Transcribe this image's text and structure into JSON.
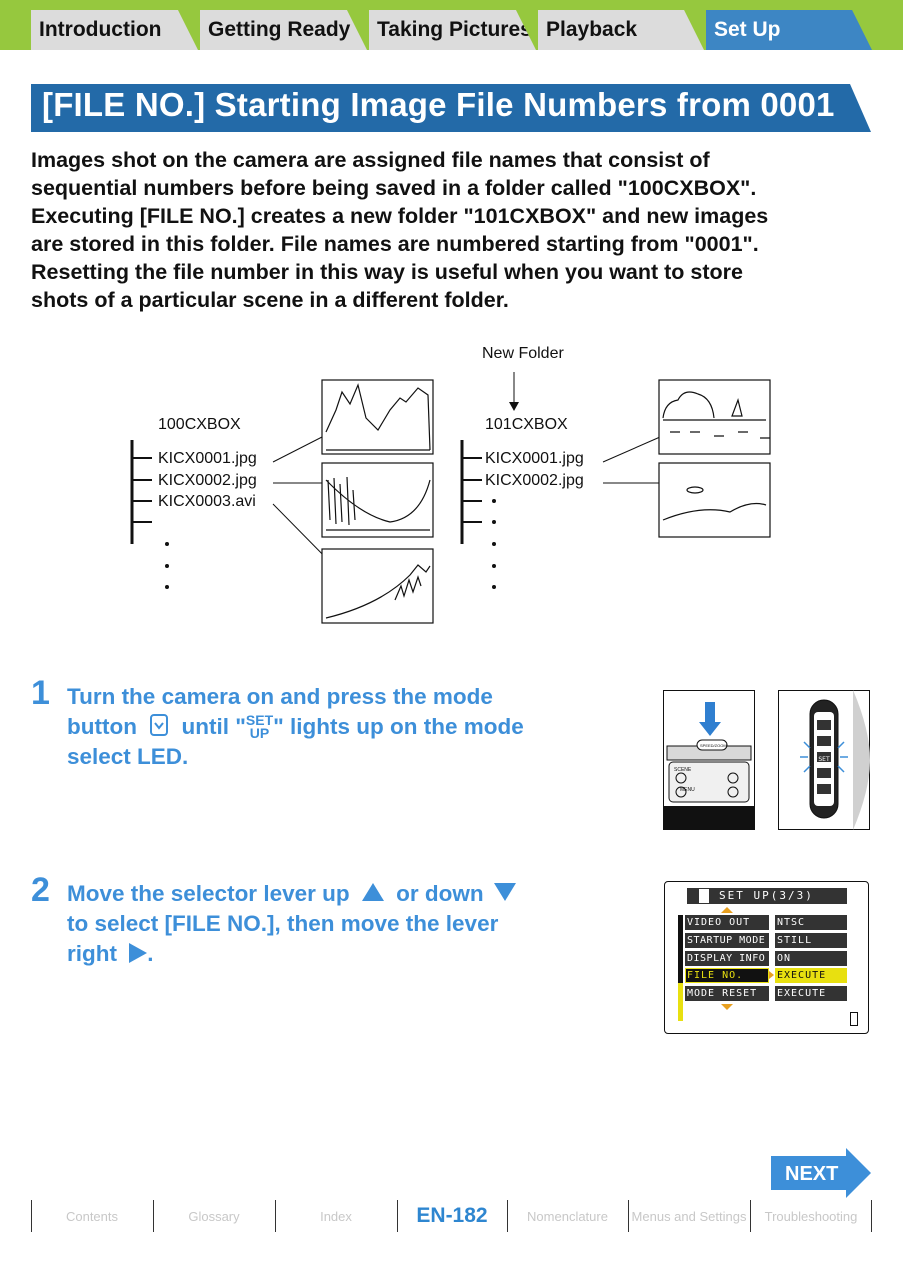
{
  "tabs": [
    {
      "label": "Introduction",
      "active": false
    },
    {
      "label": "Getting Ready",
      "active": false
    },
    {
      "label": "Taking Pictures",
      "active": false
    },
    {
      "label": "Playback",
      "active": false
    },
    {
      "label": "Set Up",
      "active": true
    }
  ],
  "title": "[FILE NO.] Starting Image File Numbers from 0001",
  "intro_lines": [
    "Images shot on the camera are assigned file names that consist of",
    "sequential numbers before being saved in a folder called \"100CXBOX\".",
    "Executing [FILE NO.] creates a new folder \"101CXBOX\" and new images",
    "are stored in this folder. File names are numbered starting from \"0001\".",
    "Resetting the file number in this way is useful when you want to store",
    "shots of a particular scene in a different folder."
  ],
  "diagram": {
    "new_folder_label": "New Folder",
    "old_folder": {
      "name": "100CXBOX",
      "files": [
        "KICX0001.jpg",
        "KICX0002.jpg",
        "KICX0003.avi"
      ]
    },
    "new_folder": {
      "name": "101CXBOX",
      "files": [
        "KICX0001.jpg",
        "KICX0002.jpg"
      ]
    }
  },
  "steps": [
    {
      "number": "1",
      "line1": "Turn the camera on and press the mode",
      "line2a": "button",
      "line2b": "until \"",
      "set": "SET",
      "up": "UP",
      "line2c": "\" lights up on the mode",
      "line3": "select LED."
    },
    {
      "number": "2",
      "line1a": "Move the selector lever up",
      "line1b": "or down",
      "line2": "to select [FILE NO.], then move the lever",
      "line3": "right",
      "line3end": "."
    }
  ],
  "camera_labels": {
    "scene": "SCENE",
    "menu": "MENU",
    "power": "SPEED/ZOOM"
  },
  "lcd_menu": {
    "header": "SET UP(3/3)",
    "rows": [
      {
        "label": "VIDEO OUT",
        "value": "NTSC",
        "selected": false
      },
      {
        "label": "STARTUP MODE",
        "value": "STILL",
        "selected": false
      },
      {
        "label": "DISPLAY INFO",
        "value": "ON",
        "selected": false
      },
      {
        "label": "FILE NO.",
        "value": "EXECUTE",
        "selected": true
      },
      {
        "label": "MODE RESET",
        "value": "EXECUTE",
        "selected": false
      }
    ]
  },
  "next_label": "NEXT",
  "footer": {
    "contents": "Contents",
    "glossary": "Glossary",
    "index": "Index",
    "page": "EN-182",
    "nomenclature": "Nomenclature",
    "menus": "Menus and Settings",
    "troubleshooting": "Troubleshooting"
  },
  "colors": {
    "green_bar": "#96c83e",
    "title_blue": "#236aa8",
    "step_blue": "#3d8fd9",
    "active_tab": "#3d86c4"
  }
}
